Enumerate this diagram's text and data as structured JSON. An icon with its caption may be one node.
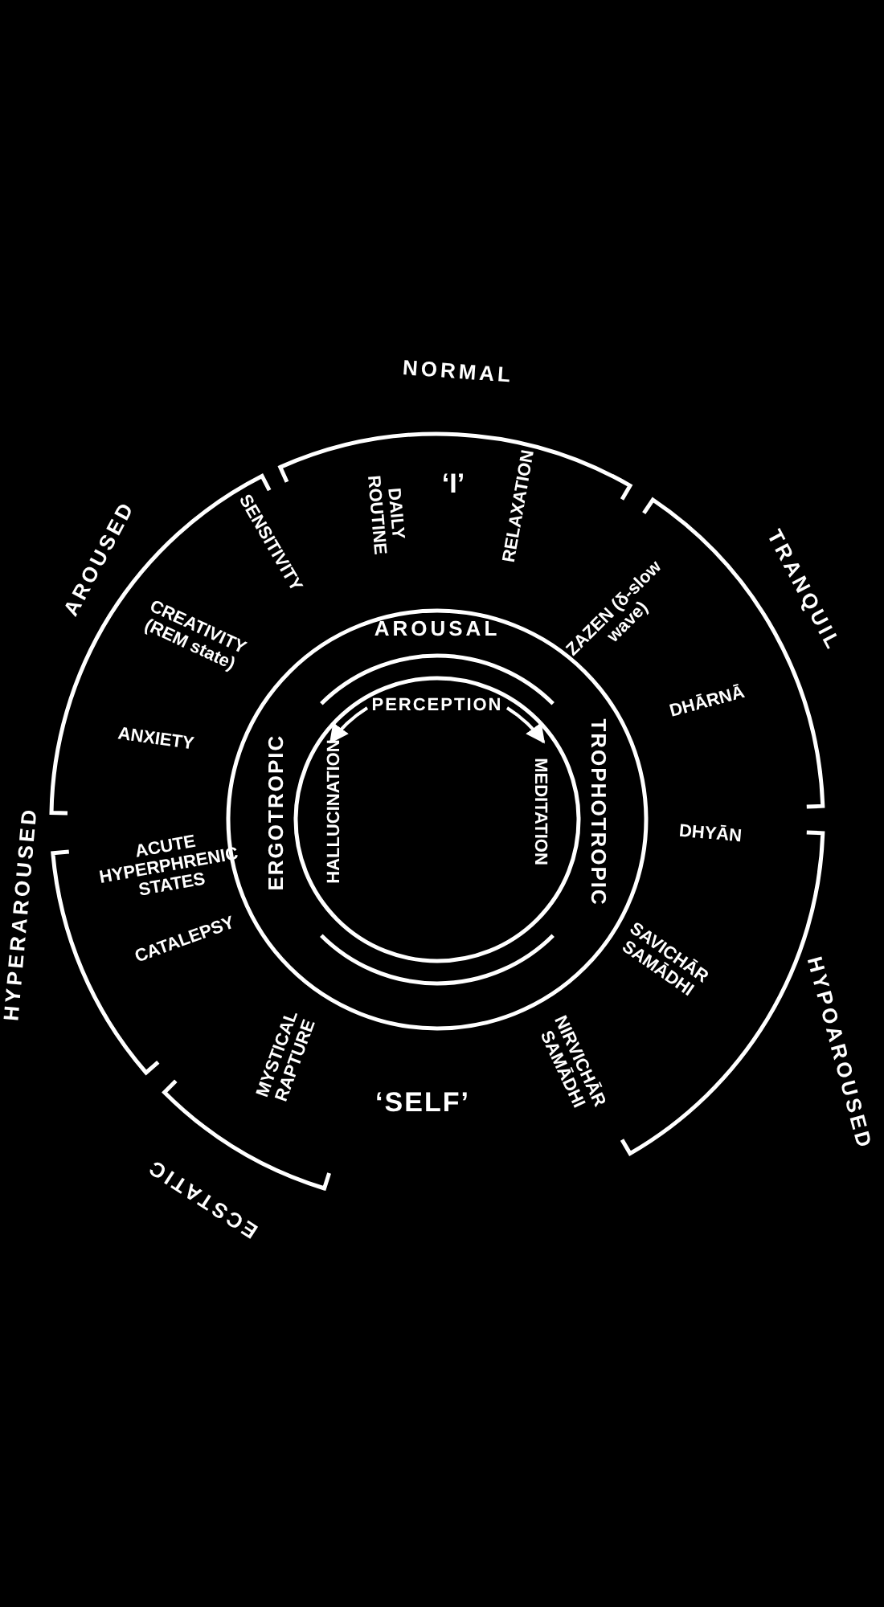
{
  "diagram": {
    "nodes": [
      {
        "text": [
          "PERCEPTION"
        ]
      },
      {
        "text": [
          "HALLUCINATION"
        ]
      },
      {
        "text": [
          "MEDITATION"
        ]
      }
    ],
    "edges": [
      {
        "from": 0,
        "to": 1,
        "arrow": "to"
      },
      {
        "from": 0,
        "to": 2,
        "arrow": "to"
      }
    ],
    "labels": [
      "NORMAL",
      "‘I’",
      "DAILY ROUTINE",
      "RELAXATION",
      "AROUSED",
      "SENSITIVITY",
      "TRANQUIL",
      "CREATIVITY (REM state)",
      "ZAZEN (δ-slow wave)",
      "AROUSAL",
      "ANXIETY",
      "DHĀRNĀ",
      "ERGOTROPIC",
      "TROPHOTROPIC",
      "HYPERAROUSED",
      "ACUTE HYPERPHRENIC STATES",
      "DHYĀN",
      "HYPOAROUSED",
      "CATALEPSY",
      "SAVICHĀR SAMĀDHI",
      "MYSTICAL RAPTURE",
      "NIRVICHĀR SAMĀDHI",
      "‘SELF’",
      "ECSTATIC"
    ]
  }
}
